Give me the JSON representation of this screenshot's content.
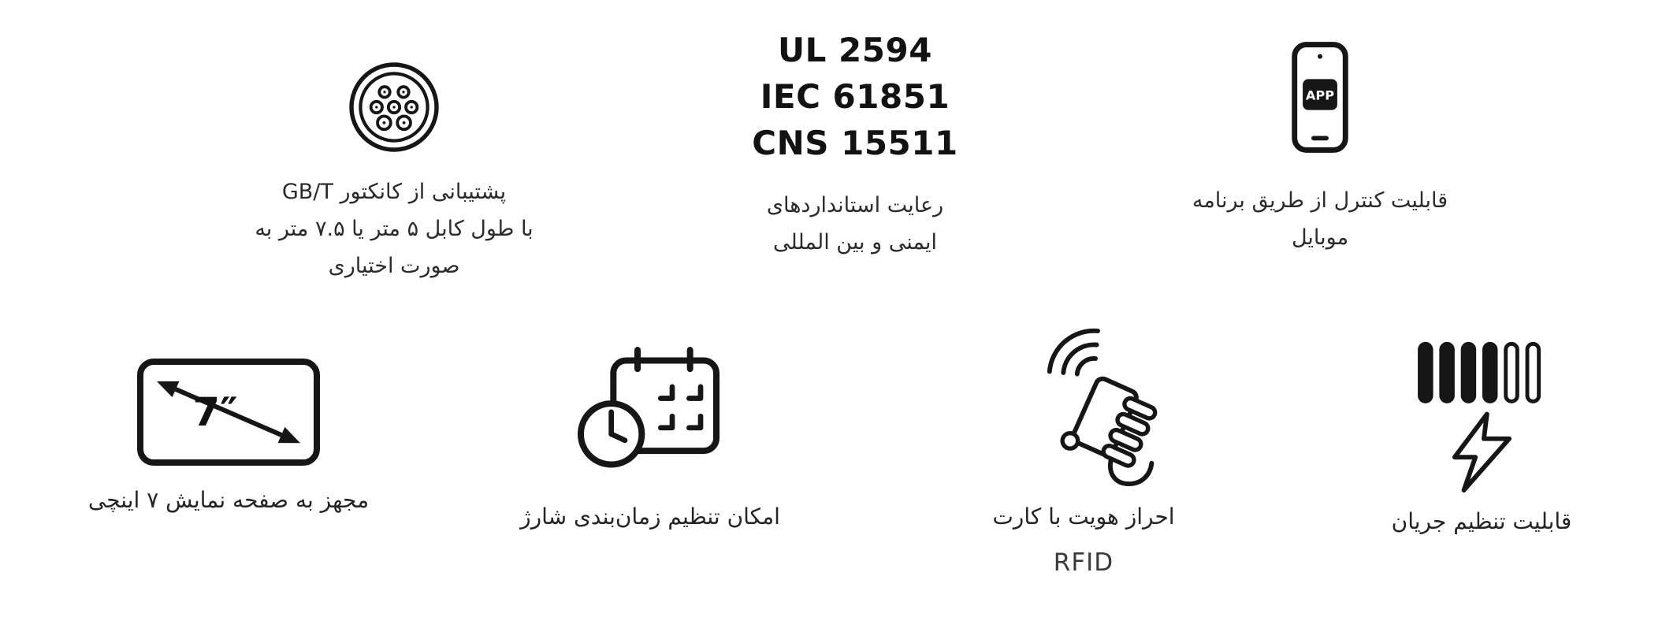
{
  "colors": {
    "ink": "#161616",
    "background": "#ffffff"
  },
  "features": {
    "connector": {
      "icon": "gbt-connector-icon",
      "lines": [
        "پشتیبانی از کانکتور GB/T",
        "با طول کابل ۵ متر یا ۷.۵ متر به",
        "صورت اختیاری"
      ]
    },
    "standards": {
      "codes": [
        "UL 2594",
        "IEC 61851",
        "CNS 15511"
      ],
      "lines": [
        "رعایت استانداردهای",
        "ایمنی و بین المللی"
      ]
    },
    "app": {
      "icon": "mobile-app-icon",
      "badge": "APP",
      "lines": [
        "قابلیت کنترل از طریق برنامه",
        "موبایل"
      ]
    },
    "display": {
      "icon": "display-size-icon",
      "size_label": "7″",
      "lines": [
        "مجهز به صفحه نمایش ۷ اینچی"
      ]
    },
    "schedule": {
      "icon": "calendar-clock-icon",
      "lines": [
        "امکان تنظیم زمان‌بندی شارژ"
      ]
    },
    "rfid": {
      "icon": "rfid-card-hand-icon",
      "lines": [
        "احراز هویت با کارت"
      ],
      "sub": "RFID"
    },
    "current": {
      "icon": "current-adjust-icon",
      "lines": [
        "قابلیت تنظیم جریان"
      ]
    }
  }
}
